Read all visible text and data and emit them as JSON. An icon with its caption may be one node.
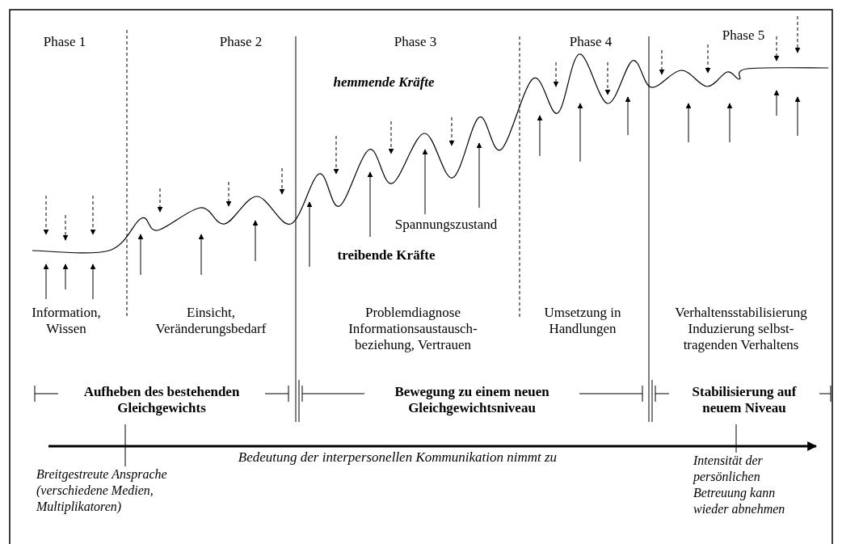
{
  "diagram": {
    "nodes": [
      {
        "text": [
          "Breitgestreute Ansprache (verschiedene Medien, Multiplikatoren)"
        ]
      },
      {
        "text": [
          "Intensität der persönlichen Betreuung kann wieder abnehmen"
        ]
      }
    ],
    "edges": [
      {
        "from": 0,
        "to": null,
        "arrow": "none"
      },
      {
        "from": 1,
        "to": null,
        "arrow": "none"
      }
    ],
    "labels": [
      "Phase 1",
      "Phase 2",
      "Phase 3",
      "Phase 4",
      "Phase 5",
      "hemmende Kräfte",
      "Spannungszustand",
      "treibende Kräfte",
      "Information, Wissen",
      "Einsicht, Veränderungsbedarf",
      "Problemdiagnose Informationsaustausch- beziehung, Vertrauen",
      "Umsetzung in Handlungen",
      "Verhaltensstabilisierung Induzierung selbst- tragenden Verhaltens",
      "Aufheben des bestehenden Gleichgewichts",
      "Bewegung zu einem neuen Gleichgewichtsniveau",
      "Stabilisierung auf neuem Niveau",
      "Bedeutung der interpersonellen Kommunikation nimmt zu"
    ]
  }
}
